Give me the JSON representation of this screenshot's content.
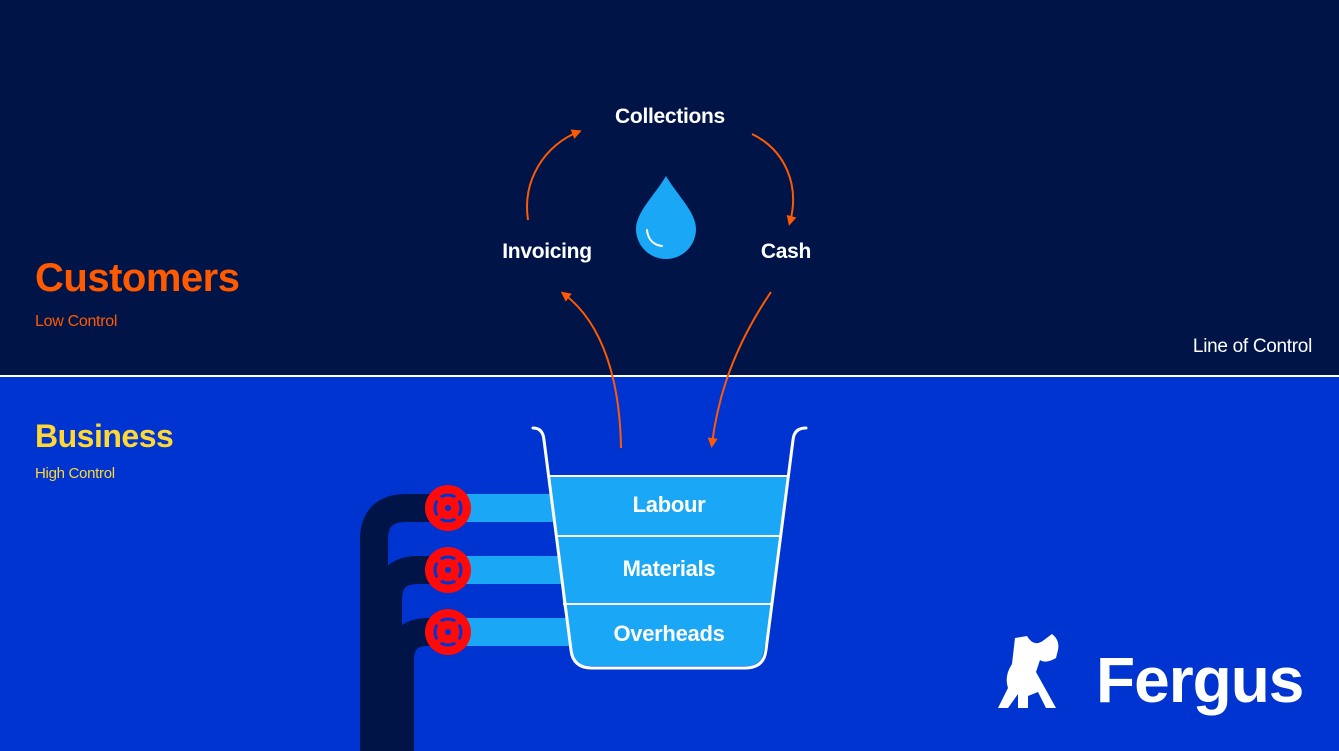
{
  "customers": {
    "title": "Customers",
    "subtitle": "Low Control"
  },
  "business": {
    "title": "Business",
    "subtitle": "High Control"
  },
  "line_label": "Line of Control",
  "cycle": {
    "top": "Collections",
    "left": "Invoicing",
    "right": "Cash"
  },
  "bucket": {
    "layers": [
      "Labour",
      "Materials",
      "Overheads"
    ]
  },
  "brand": {
    "name": "Fergus"
  },
  "icons": [
    "water-drop-icon",
    "valve-icon",
    "dog-logo-icon"
  ],
  "colors": {
    "top_background": "#001447",
    "bottom_background": "#0034D1",
    "customers_accent": "#FF5A00",
    "business_accent": "#FFD833",
    "arrow": "#FF5A00",
    "water": "#1AA7F5",
    "valve": "#FF0A0A",
    "pipe": "#001447",
    "white": "#FFFFFF"
  }
}
